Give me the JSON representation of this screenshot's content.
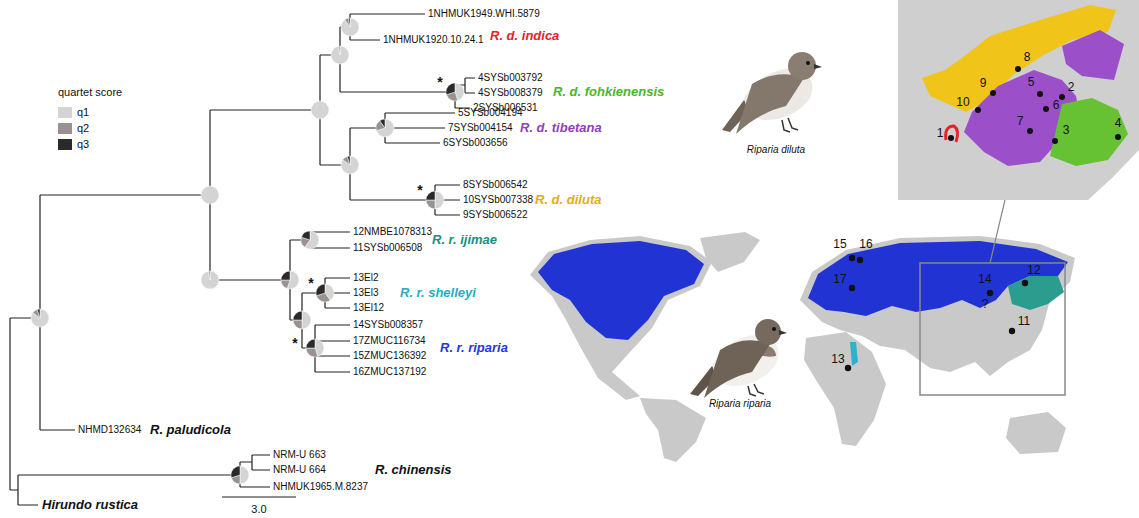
{
  "diagram": {
    "labels": [
      "quartet score",
      "1NHMUK1949.WHI.5879",
      "1NHMUK1920.10.24.1",
      "R. d. indica",
      "4SYSb003792",
      "4SYSb008379",
      "2SYSb006531",
      "R. d. fohkienensis",
      "5SYSb004194",
      "7SYSb004154",
      "6SYSb003656",
      "R. d. tibetana",
      "8SYSb006542",
      "10SYSb007338",
      "9SYSb006522",
      "R. d. diluta",
      "12NMBE1078313",
      "11SYSb006508",
      "R. r. ijimae",
      "13El2",
      "13El3",
      "13El12",
      "R. r. shelleyi",
      "14SYSb008357",
      "17ZMUC116734",
      "15ZMUC136392",
      "16ZMUC137192",
      "R. r. riparia",
      "NHMD132634",
      "R. paludicola",
      "NRM-U 663",
      "NRM-U 664",
      "NHMUK1965.M.8237",
      "R. chinensis",
      "Hirundo rustica",
      "3.0",
      "*",
      "*",
      "*",
      "*",
      "1",
      "2",
      "3",
      "4",
      "5",
      "6",
      "7",
      "8",
      "9",
      "10",
      "11",
      "12",
      "13",
      "14",
      "15",
      "16",
      "17",
      "?",
      "Riparia diluta",
      "Riparia riparia"
    ],
    "legend": [
      {
        "text": "q1",
        "color": "#d4d4d4"
      },
      {
        "text": "q2",
        "color": "#9a9290"
      },
      {
        "text": "q3",
        "color": "#2a2a2a"
      }
    ]
  }
}
